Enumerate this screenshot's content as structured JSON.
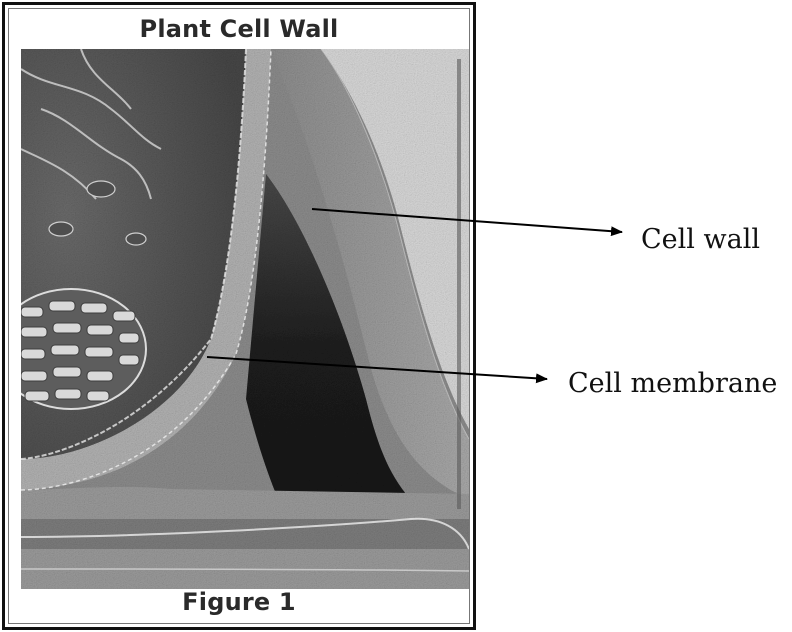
{
  "figure": {
    "title": "Plant Cell Wall",
    "caption": "Figure 1"
  },
  "labels": {
    "cell_wall": "Cell wall",
    "cell_membrane": "Cell membrane"
  },
  "colors": {
    "frame": "#111111",
    "background_gray": "#8f8f8f",
    "cell_wall": "#9a9a9a",
    "cell_membrane": "#b4b4b4",
    "dark_region": "#1f1f1f"
  }
}
